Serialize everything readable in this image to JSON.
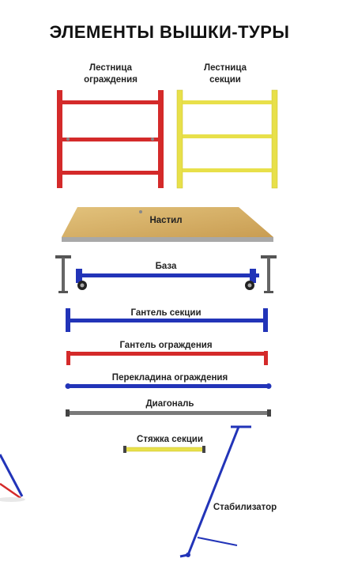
{
  "title": "ЭЛЕМЕНТЫ ВЫШКИ-ТУРЫ",
  "labels": {
    "guard_ladder": "Лестница ограждения",
    "section_ladder": "Лестница секции",
    "deck": "Настил",
    "base": "База",
    "section_dumbbell": "Гантель секции",
    "guard_dumbbell": "Гантель ограждения",
    "guard_crossbar": "Перекладина ограждения",
    "diagonal": "Диагональ",
    "section_tie": "Стяжка секции",
    "stabilizer": "Стабилизатор"
  },
  "colors": {
    "red": "#d42a2a",
    "yellow": "#e8e04a",
    "blue": "#2234b8",
    "gray": "#7a7a7a",
    "wood": "#d9b46a"
  }
}
